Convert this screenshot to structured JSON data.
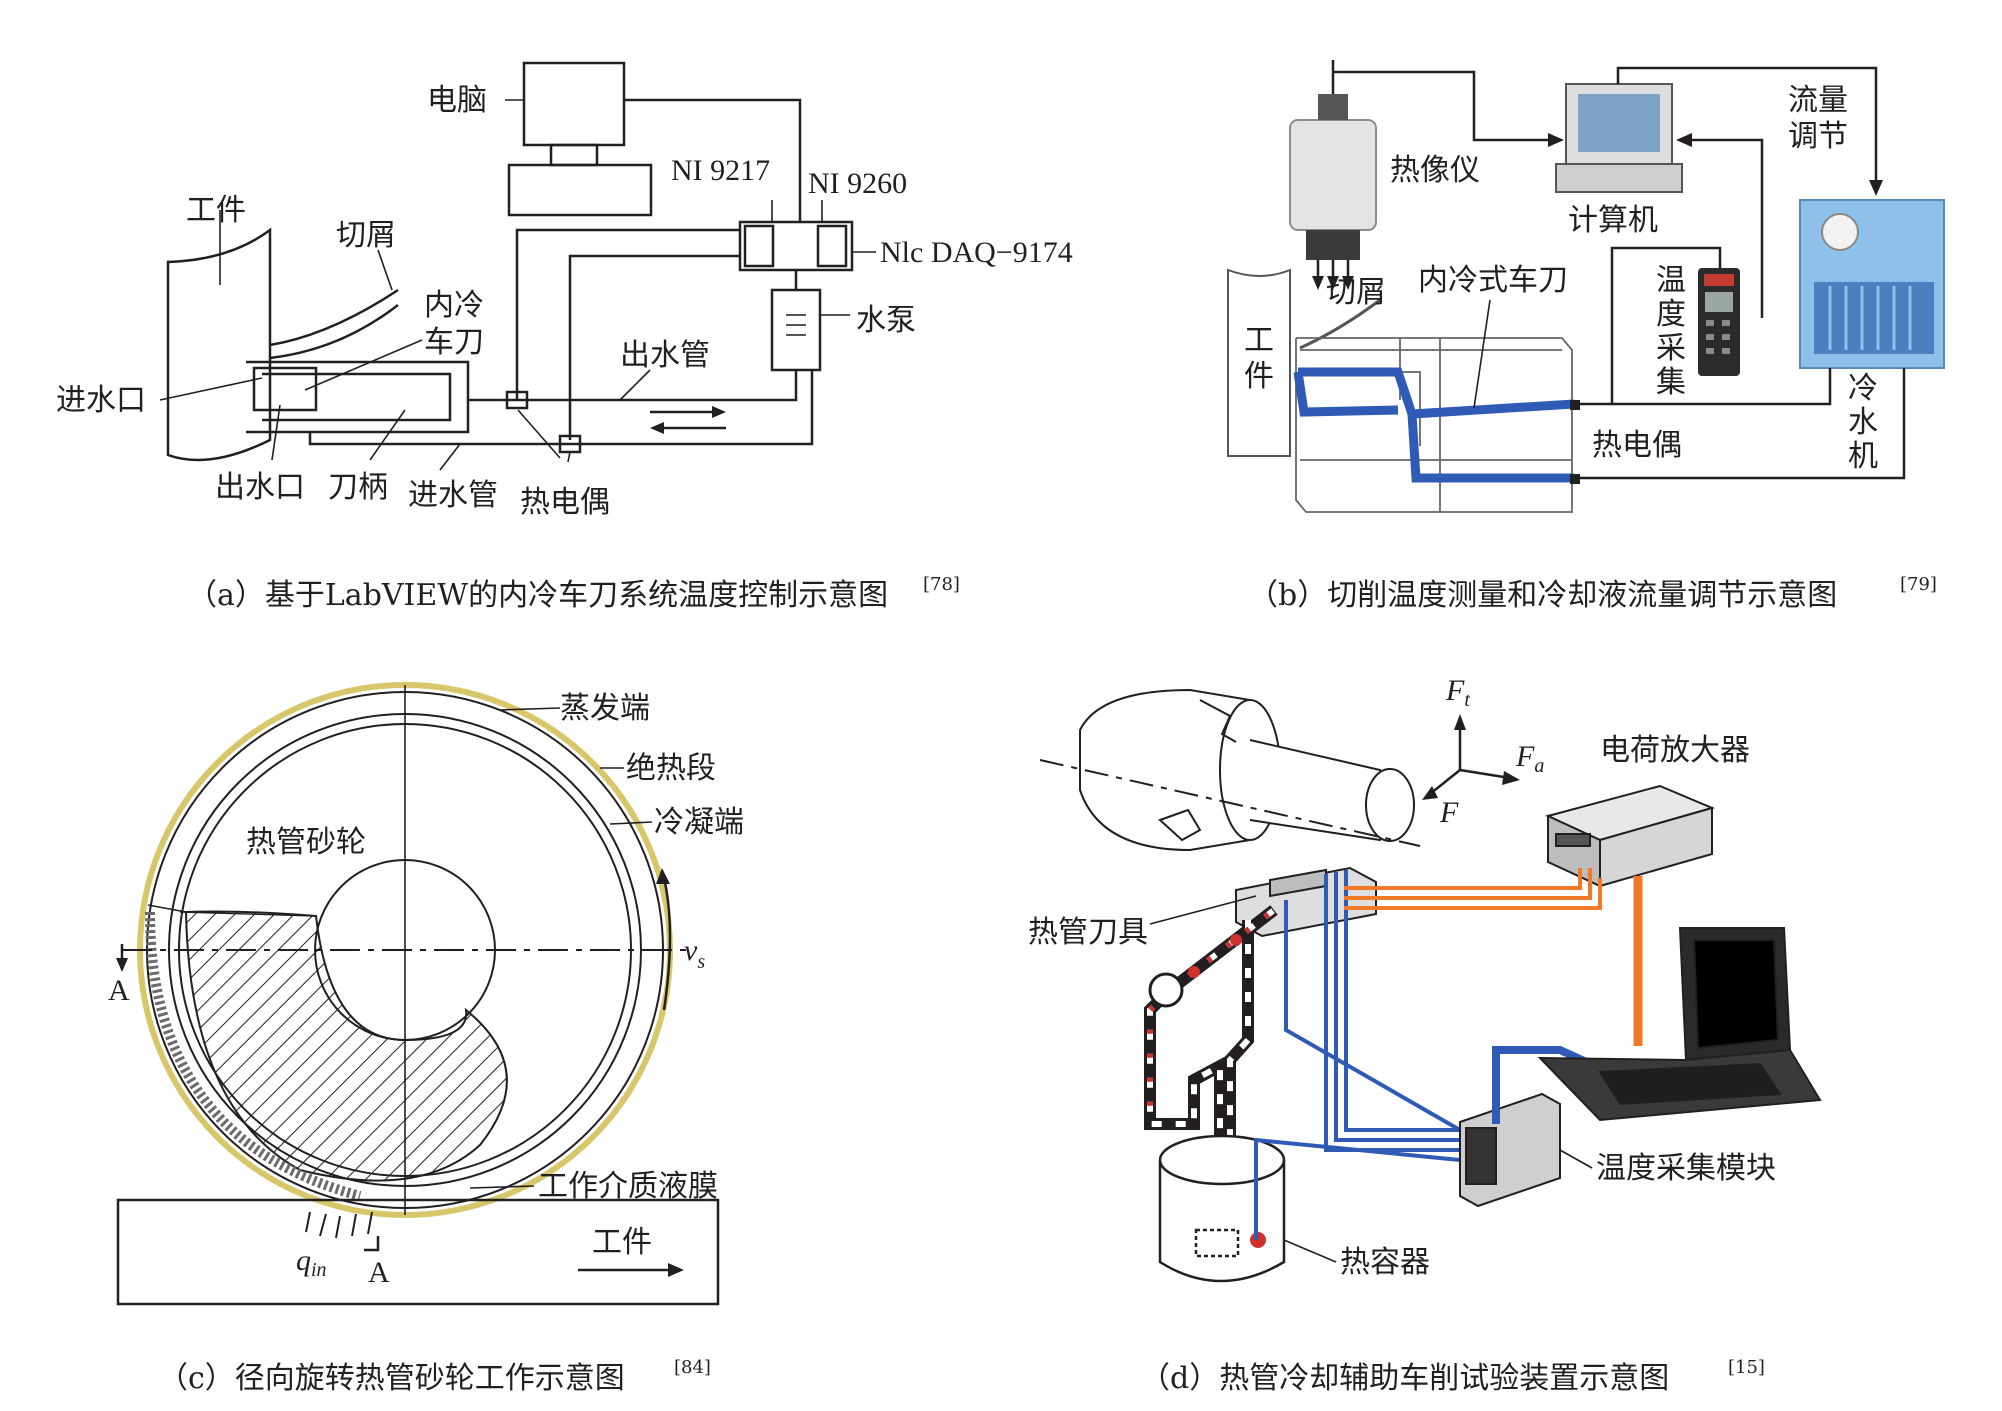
{
  "panel_a": {
    "computer": "电脑",
    "workpiece": "工件",
    "chips": "切屑",
    "tool_line1": "内冷",
    "tool_line2": "车刀",
    "ni9217": "NI 9217",
    "ni9260": "NI 9260",
    "daq": "Nlc DAQ−9174",
    "pump": "水泵",
    "outlet_pipe": "出水管",
    "inlet": "进水口",
    "outlet": "出水口",
    "holder": "刀柄",
    "inlet_pipe": "进水管",
    "thermocouple": "热电偶",
    "caption": "（a）基于LabVIEW的内冷车刀系统温度控制示意图",
    "ref": "[78]"
  },
  "panel_b": {
    "camera": "热像仪",
    "computer": "计算机",
    "flow_line1": "流量",
    "flow_line2": "调节",
    "chips": "切屑",
    "tool": "内冷式车刀",
    "workpiece_v": [
      "工",
      "件"
    ],
    "temp_acq_v": [
      "温",
      "度",
      "采",
      "集"
    ],
    "chiller_v": [
      "冷",
      "水",
      "机"
    ],
    "thermocouple": "热电偶",
    "caption": "（b）切削温度测量和冷却液流量调节示意图",
    "ref": "[79]"
  },
  "panel_c": {
    "evaporator": "蒸发端",
    "adiabatic": "绝热段",
    "condenser": "冷凝端",
    "wheel": "热管砂轮",
    "vs": "v",
    "vs_sub": "s",
    "section_a": "A",
    "film": "工作介质液膜",
    "qin": "q",
    "qin_sub": "in",
    "workpiece": "工件",
    "caption": "（c）径向旋转热管砂轮工作示意图",
    "ref": "[84]"
  },
  "panel_d": {
    "ft": "F",
    "ft_sub": "t",
    "fa": "F",
    "fa_sub": "a",
    "f": "F",
    "amplifier": "电荷放大器",
    "tool": "热管刀具",
    "module": "温度采集模块",
    "container": "热容器",
    "caption": "（d）热管冷却辅助车削试验装置示意图",
    "ref": "[15]"
  },
  "colors": {
    "pipe_blue": "#2f5bb7",
    "cable_orange": "#f07a2a",
    "heat_red": "#d0312d",
    "wheel_rim": "#d8c76a"
  }
}
